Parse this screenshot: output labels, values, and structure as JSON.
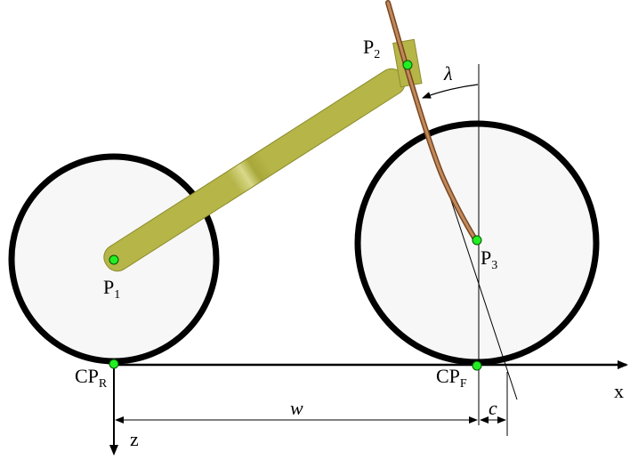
{
  "labels": {
    "p1": {
      "base": "P",
      "sub": "1"
    },
    "p2": {
      "base": "P",
      "sub": "2"
    },
    "p3": {
      "base": "P",
      "sub": "3"
    },
    "cpr": {
      "base": "CP",
      "sub": "R"
    },
    "cpf": {
      "base": "CP",
      "sub": "F"
    },
    "x_axis": "x",
    "z_axis": "z",
    "w": "w",
    "c": "c",
    "lambda": "λ"
  },
  "colors": {
    "tire": "#000000",
    "wheel_fill": "#f7f7f7",
    "frame": "#b8b84a",
    "frame_stroke": "#8d8d2c",
    "fork": "#a0663c",
    "point": "#22ee22",
    "point_stroke": "#005500",
    "line": "#000000"
  }
}
